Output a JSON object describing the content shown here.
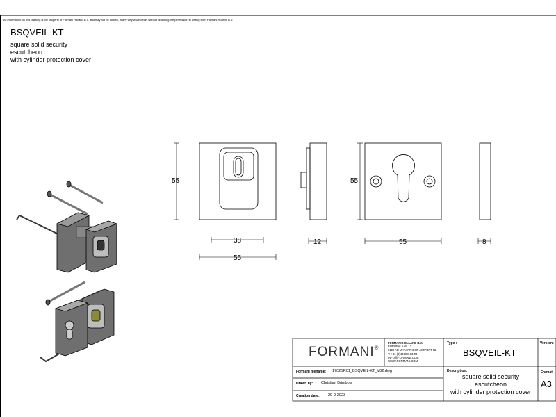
{
  "disclaimer": "All information on this drawing is the property of Formani Holland B.V. and may not be copied, in any way whatsoever without obtaining the permission in writing from Formani Holland B.V.",
  "header": {
    "title": "BSQVEIL-KT",
    "desc_line1": "square solid security",
    "desc_line2": "escutcheon",
    "desc_line3": "with cylinder protection cover"
  },
  "dimensions": {
    "front_height": "55",
    "front_inner_width": "38",
    "front_width": "55",
    "side_depth": "12",
    "back_height": "55",
    "back_width": "55",
    "cover_depth": "8"
  },
  "titleblock": {
    "logo": "FORMANI",
    "reg": "®",
    "company_lines": [
      "FORMANI HOLLAND B.V.",
      "EUROPALAAN 12",
      "6199 AB MAASTRICHT-AIRPORT NL",
      "T: +31 (0)43 308 03 03",
      "INFO@FORMANI.COM",
      "WWW.FORMANI.COM"
    ],
    "filename_label": "Formani filename:",
    "filename": "1702SR01_BSQVEIL-KT_V02.dwg",
    "drawn_label": "Drawn by:",
    "drawn": "Christian Brimbols",
    "date_label": "Creation date:",
    "date": "29-9-2023",
    "type_label": "Type :",
    "type": "BSQVEIL-KT",
    "version_label": "Version:",
    "description_label": "Description:",
    "description_lines": [
      "square solid security",
      "escutcheon",
      "with cylinder protection cover"
    ],
    "format_label": "Format",
    "format": "A3"
  },
  "colors": {
    "line": "#000000",
    "part_fill": "#6f6f6f",
    "part_light": "#bdbdbd",
    "insert": "#8a8a3a"
  }
}
